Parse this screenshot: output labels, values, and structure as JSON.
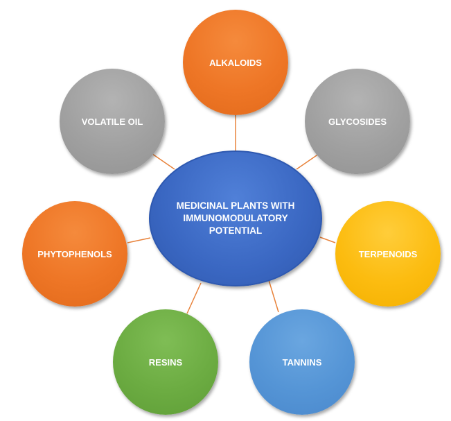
{
  "center": {
    "label": "MEDICINAL PLANTS WITH IMMUNOMODULATORY POTENTIAL"
  },
  "nodes": [
    {
      "key": "alkaloids",
      "label": "ALKALOIDS",
      "color": "orange"
    },
    {
      "key": "glycosides",
      "label": "GLYCOSIDES",
      "color": "gray"
    },
    {
      "key": "terpenoids",
      "label": "TERPENOIDS",
      "color": "yellow"
    },
    {
      "key": "tannins",
      "label": "TANNINS",
      "color": "blue"
    },
    {
      "key": "resins",
      "label": "RESINS",
      "color": "green"
    },
    {
      "key": "phytophenols",
      "label": "PHYTOPHENOLS",
      "color": "orange"
    },
    {
      "key": "volatile_oil",
      "label": "VOLATILE OIL",
      "color": "gray"
    }
  ],
  "colors": {
    "connector": "#e8823a",
    "center": "#3a67c2",
    "orange": "#ee7626",
    "gray": "#a0a0a0",
    "yellow": "#fcbc10",
    "blue": "#5595d6",
    "green": "#6cac42"
  }
}
